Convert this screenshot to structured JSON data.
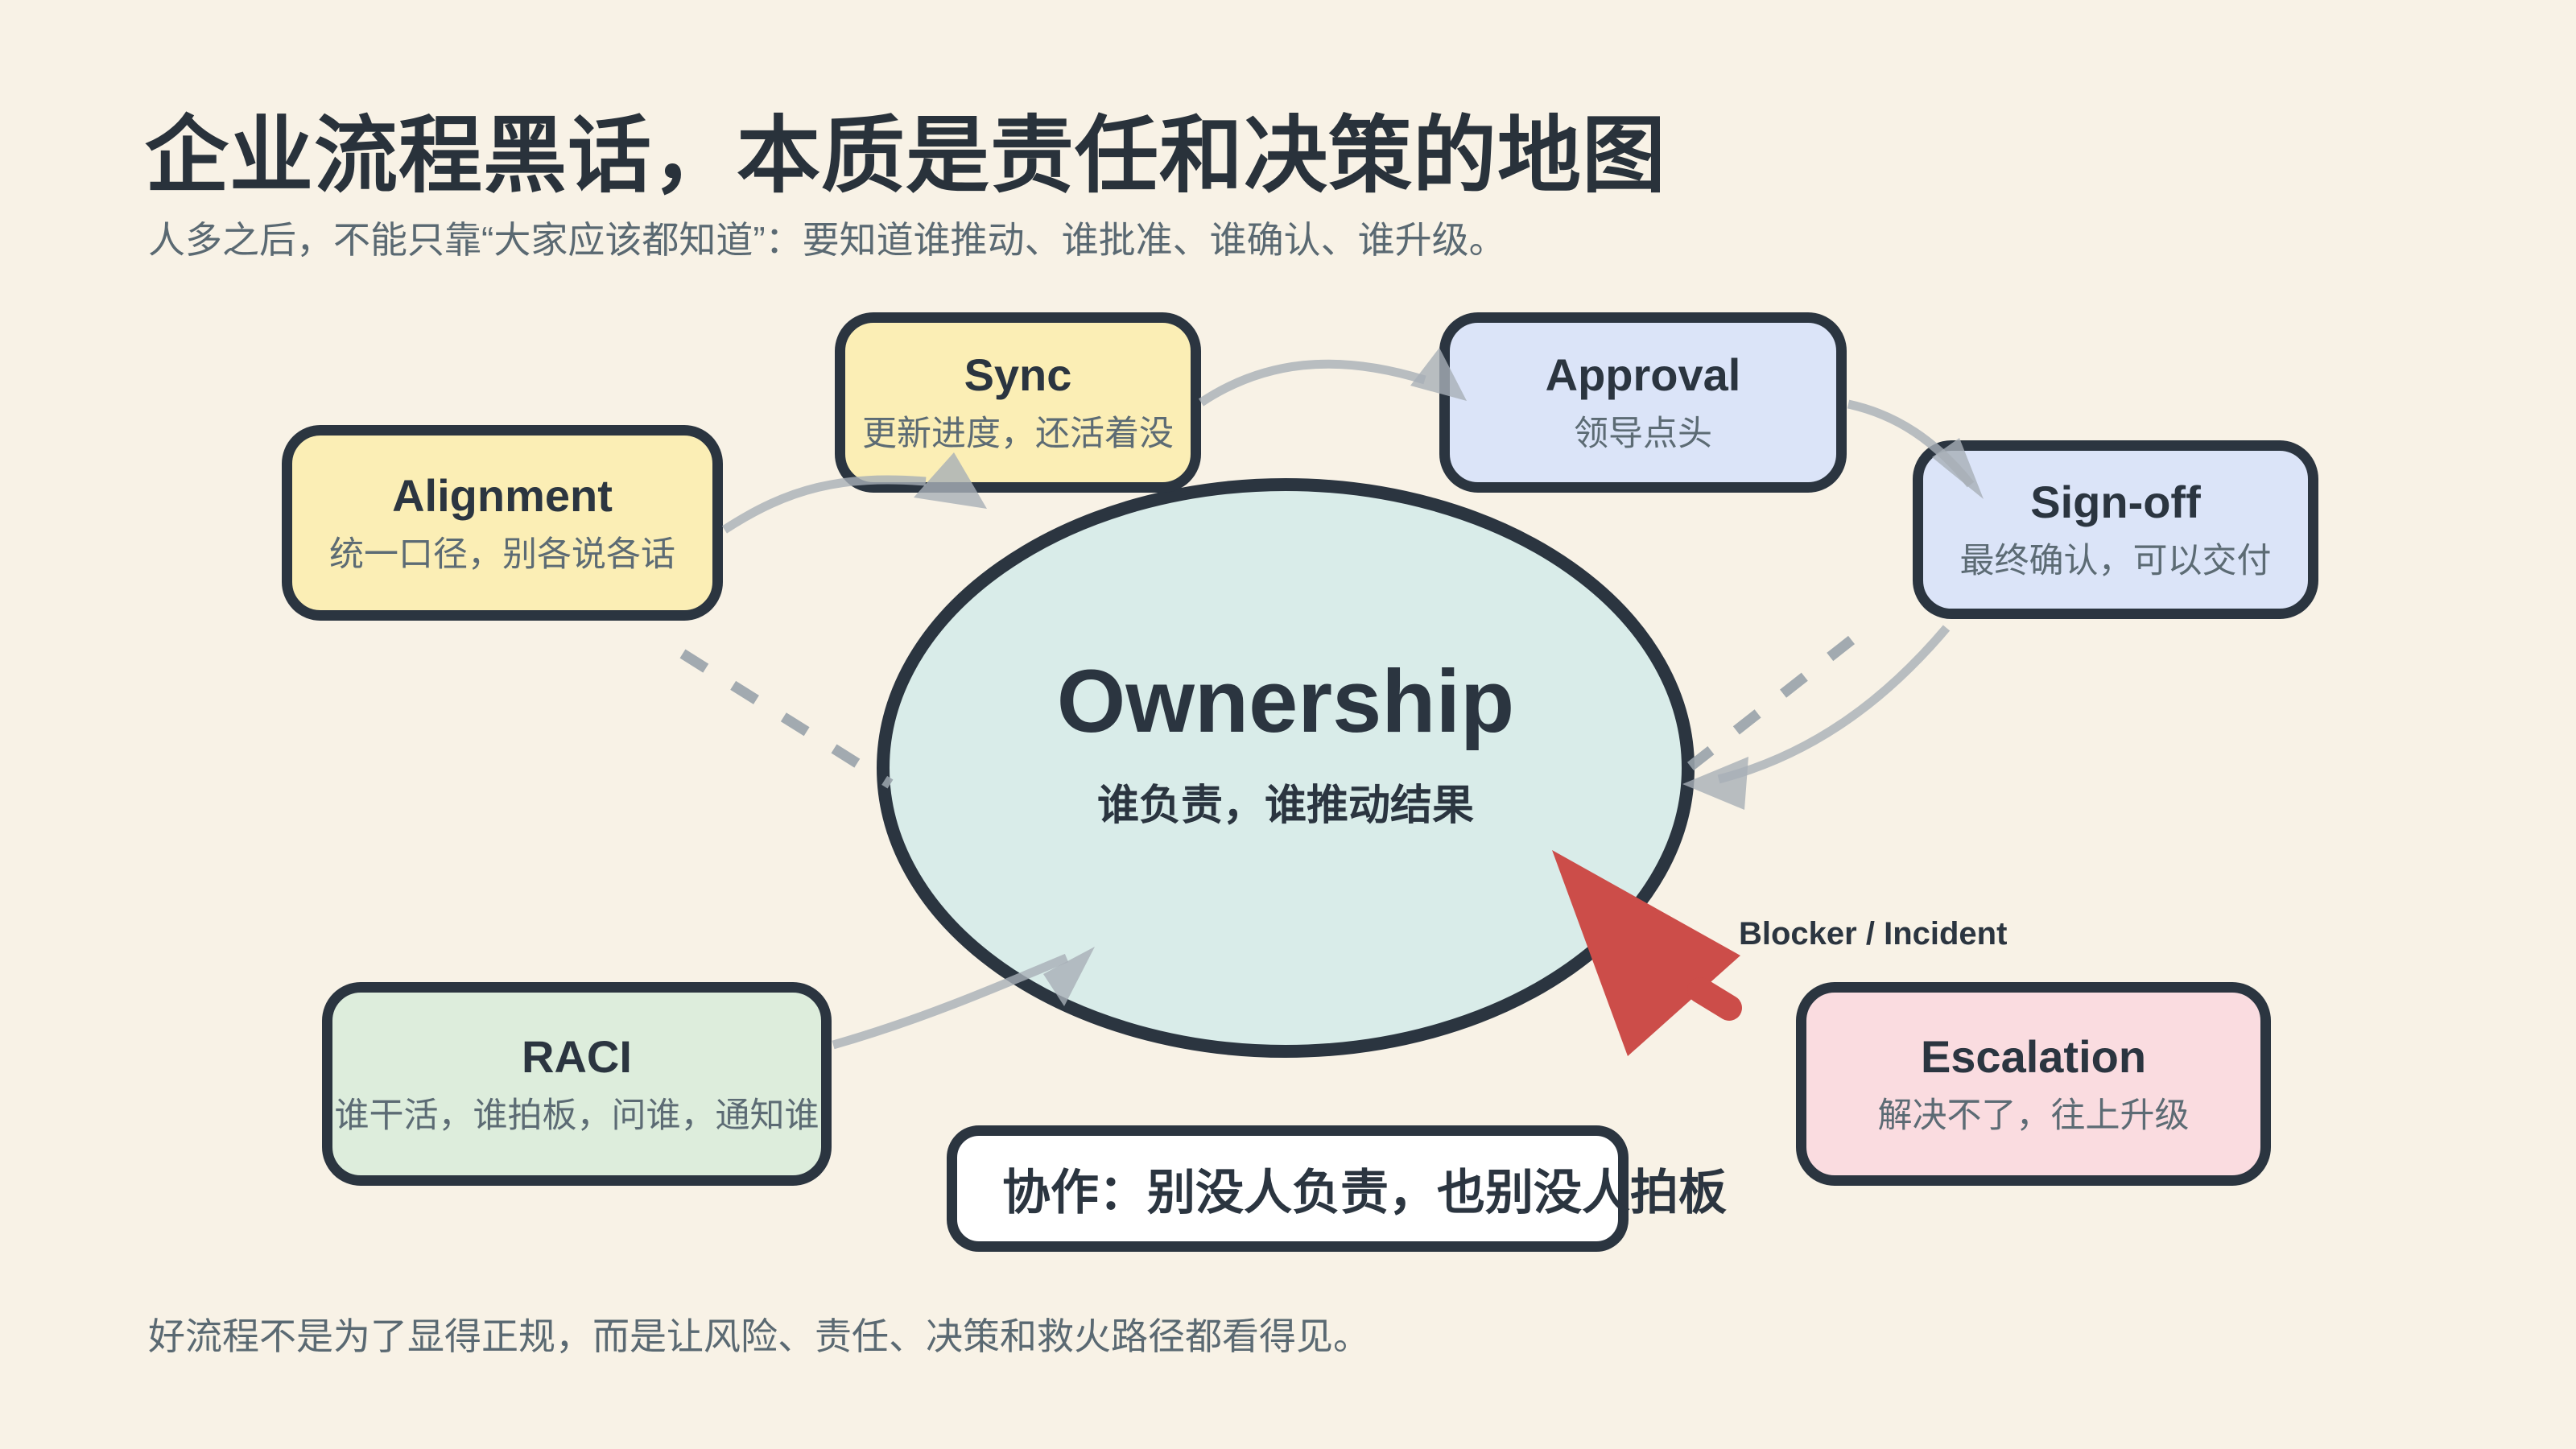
{
  "page": {
    "title": "企业流程黑话，本质是责任和决策的地图",
    "subtitle": "人多之后，不能只靠“大家应该都知道”：要知道谁推动、谁批准、谁确认、谁升级。",
    "footer": "好流程不是为了显得正规，而是让风险、责任、决策和救火路径都看得见。"
  },
  "center_node": {
    "title": "Ownership",
    "subtitle": "谁负责，谁推动结果"
  },
  "nodes": [
    {
      "id": "alignment",
      "label": "Alignment",
      "desc": "统一口径，别各说各话",
      "color": "#FBEEB5"
    },
    {
      "id": "sync",
      "label": "Sync",
      "desc": "更新进度，还活着没",
      "color": "#FBEEB5"
    },
    {
      "id": "approval",
      "label": "Approval",
      "desc": "领导点头",
      "color": "#DBE4F8"
    },
    {
      "id": "signoff",
      "label": "Sign-off",
      "desc": "最终确认，可以交付",
      "color": "#DBE4F8"
    },
    {
      "id": "raci",
      "label": "RACI",
      "desc": "谁干活，谁拍板，问谁，通知谁",
      "color": "#DDEDDC"
    },
    {
      "id": "escalation",
      "label": "Escalation",
      "desc": "解决不了，往上升级",
      "color": "#FADCE0"
    }
  ],
  "callout_label": "Blocker / Incident",
  "banner_text": "协作：别没人负责，也别没人拍板",
  "colors": {
    "background": "#F8F2E6",
    "ink": "#2B3540",
    "muted_text": "#5C6B74",
    "ellipse_fill": "#D9ECE9",
    "arrow_gray": "#A7AFB6",
    "dashed_gray": "#98A2AA",
    "red_arrow": "#CC4D49",
    "banner_fill": "#FFFFFF"
  }
}
